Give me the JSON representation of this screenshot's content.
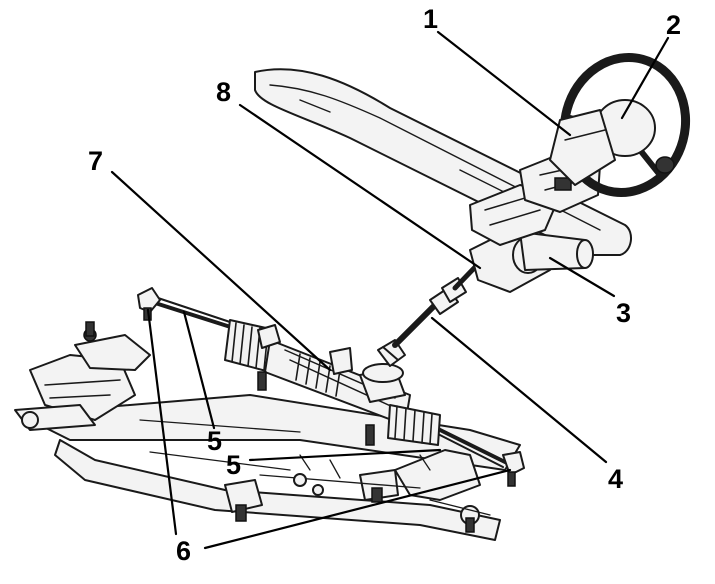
{
  "diagram": {
    "callouts": [
      {
        "id": "1",
        "label": "1"
      },
      {
        "id": "2",
        "label": "2"
      },
      {
        "id": "3",
        "label": "3"
      },
      {
        "id": "4",
        "label": "4"
      },
      {
        "id": "5a",
        "label": "5"
      },
      {
        "id": "5b",
        "label": "5"
      },
      {
        "id": "6",
        "label": "6"
      },
      {
        "id": "7",
        "label": "7"
      },
      {
        "id": "8",
        "label": "8"
      }
    ]
  },
  "colors": {
    "ink": "#1a1a1a",
    "paper": "#ffffff",
    "part_fill": "#f3f3f3"
  }
}
